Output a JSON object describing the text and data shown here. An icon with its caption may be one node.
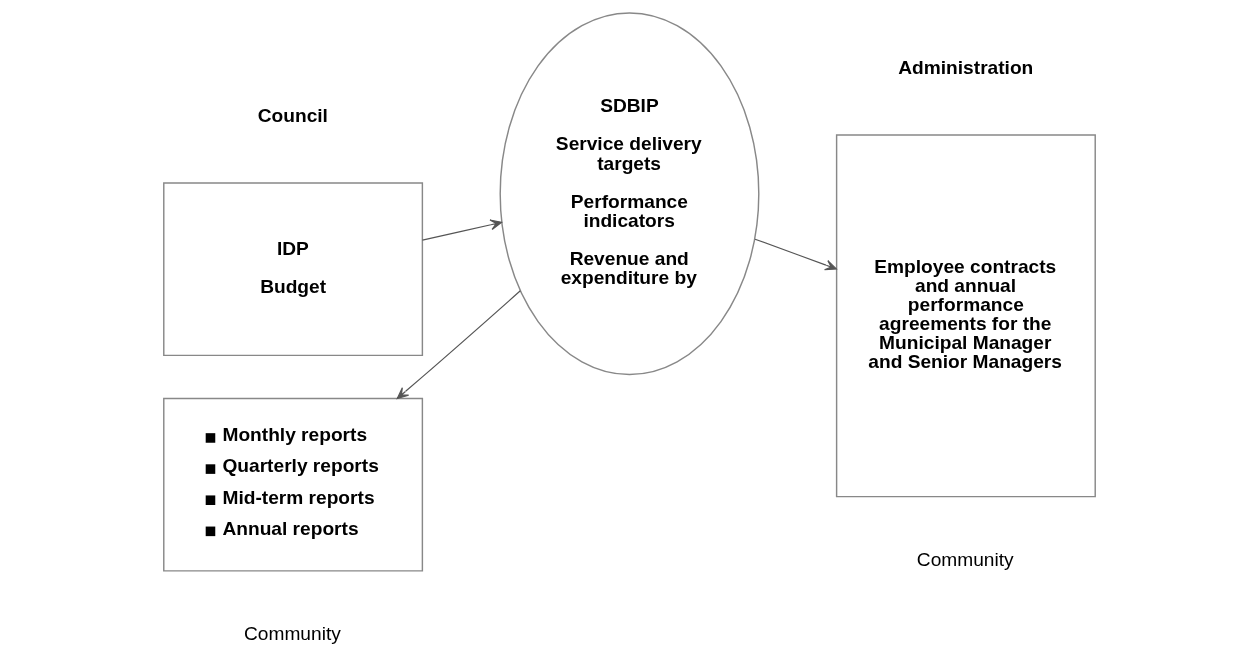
{
  "diagram": {
    "nodes": [
      {
        "text": [
          "IDP",
          "Budget"
        ]
      },
      {
        "text": [
          "Monthly reports",
          "Quarterly reports",
          "Mid-term reports",
          "Annual reports"
        ]
      },
      {
        "text": [
          "SDBIP",
          "Service delivery targets",
          "Performance indicators",
          "Revenue and expenditure by"
        ]
      },
      {
        "text": [
          "Employee contracts and annual performance agreements for the Municipal Manager and Senior Managers"
        ]
      }
    ],
    "edges": [
      {
        "from": 0,
        "to": 2,
        "arrow": "to"
      },
      {
        "from": 2,
        "to": 1,
        "arrow": "to"
      },
      {
        "from": 2,
        "to": 3,
        "arrow": "to"
      }
    ],
    "labels": [
      "Council",
      "Administration",
      "Community",
      "Community"
    ]
  }
}
